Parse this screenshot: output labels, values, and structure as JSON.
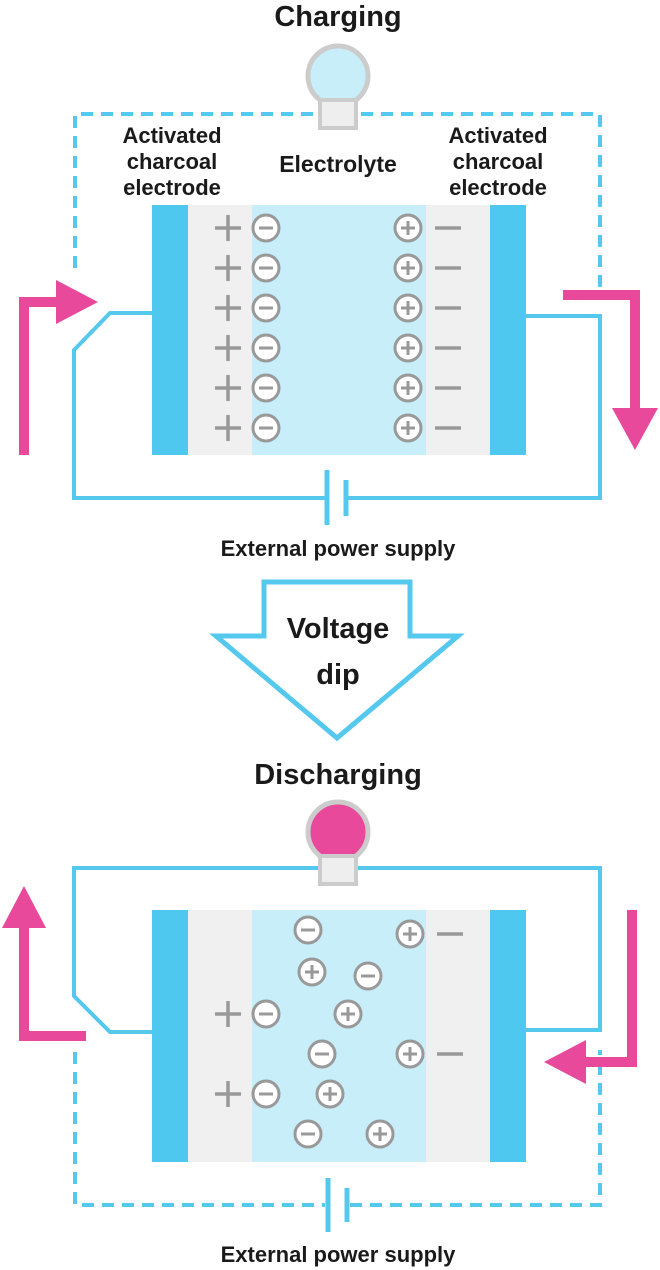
{
  "charging": {
    "title": "Charging",
    "left_electrode_label": [
      "Activated",
      "charcoal",
      "electrode"
    ],
    "right_electrode_label": [
      "Activated",
      "charcoal",
      "electrode"
    ],
    "electrolyte_label": "Electrolyte",
    "power_label": "External power supply"
  },
  "transition": {
    "label": [
      "Voltage",
      "dip"
    ]
  },
  "discharging": {
    "title": "Discharging",
    "power_label": "External power supply"
  },
  "colors": {
    "electrode": "#4fc8f0",
    "electrolyte": "#c8eefa",
    "electrode_surface": "#f0f0f0",
    "wire": "#55c8ee",
    "arrow": "#e8499a",
    "ion": "#999999",
    "bulb_off": "#c8eefa",
    "bulb_on": "#e8499a"
  }
}
